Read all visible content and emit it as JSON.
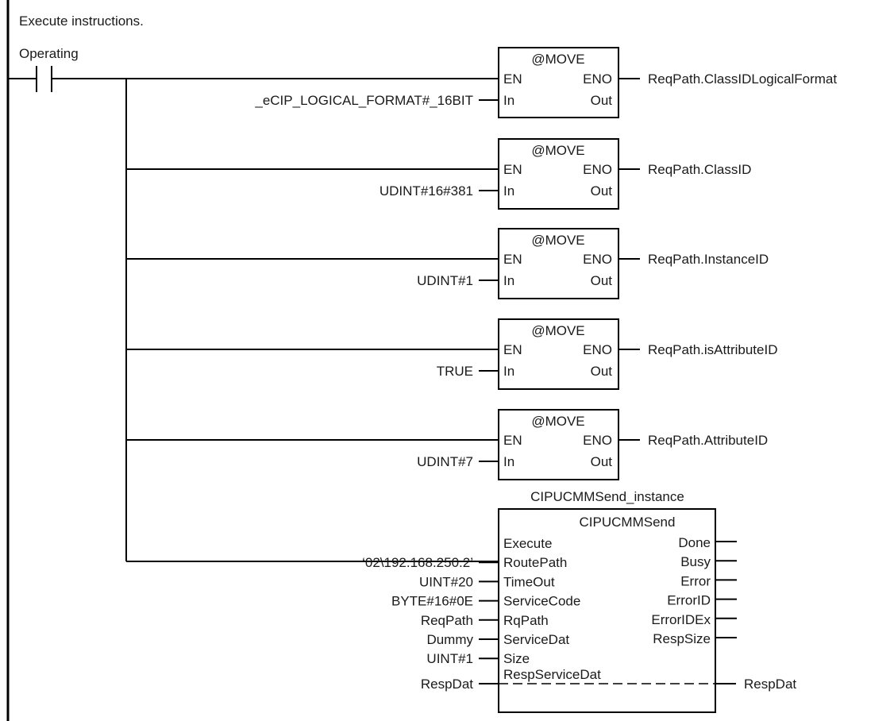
{
  "comment": "Execute instructions.",
  "contact": {
    "label": "Operating"
  },
  "move_blocks": [
    {
      "name": "@MOVE",
      "en": "EN",
      "eno": "ENO",
      "in_pin": "In",
      "out_pin": "Out",
      "input": "_eCIP_LOGICAL_FORMAT#_16BIT",
      "output": "ReqPath.ClassIDLogicalFormat"
    },
    {
      "name": "@MOVE",
      "en": "EN",
      "eno": "ENO",
      "in_pin": "In",
      "out_pin": "Out",
      "input": "UDINT#16#381",
      "output": "ReqPath.ClassID"
    },
    {
      "name": "@MOVE",
      "en": "EN",
      "eno": "ENO",
      "in_pin": "In",
      "out_pin": "Out",
      "input": "UDINT#1",
      "output": "ReqPath.InstanceID"
    },
    {
      "name": "@MOVE",
      "en": "EN",
      "eno": "ENO",
      "in_pin": "In",
      "out_pin": "Out",
      "input": "TRUE",
      "output": "ReqPath.isAttributeID"
    },
    {
      "name": "@MOVE",
      "en": "EN",
      "eno": "ENO",
      "in_pin": "In",
      "out_pin": "Out",
      "input": "UDINT#7",
      "output": "ReqPath.AttributeID"
    }
  ],
  "cip_block": {
    "instance": "CIPUCMMSend_instance",
    "name": "CIPUCMMSend",
    "inputs": [
      {
        "pin": "Execute",
        "value": ""
      },
      {
        "pin": "RoutePath",
        "value": "‘02\\192.168.250.2’"
      },
      {
        "pin": "TimeOut",
        "value": "UINT#20"
      },
      {
        "pin": "ServiceCode",
        "value": "BYTE#16#0E"
      },
      {
        "pin": "RqPath",
        "value": "ReqPath"
      },
      {
        "pin": "ServiceDat",
        "value": "Dummy"
      },
      {
        "pin": "Size",
        "value": "UINT#1"
      }
    ],
    "outputs": [
      "Done",
      "Busy",
      "Error",
      "ErrorID",
      "ErrorIDEx",
      "RespSize"
    ],
    "inout": {
      "pin": "RespServiceDat",
      "in_value": "RespDat",
      "out_value": "RespDat"
    }
  }
}
